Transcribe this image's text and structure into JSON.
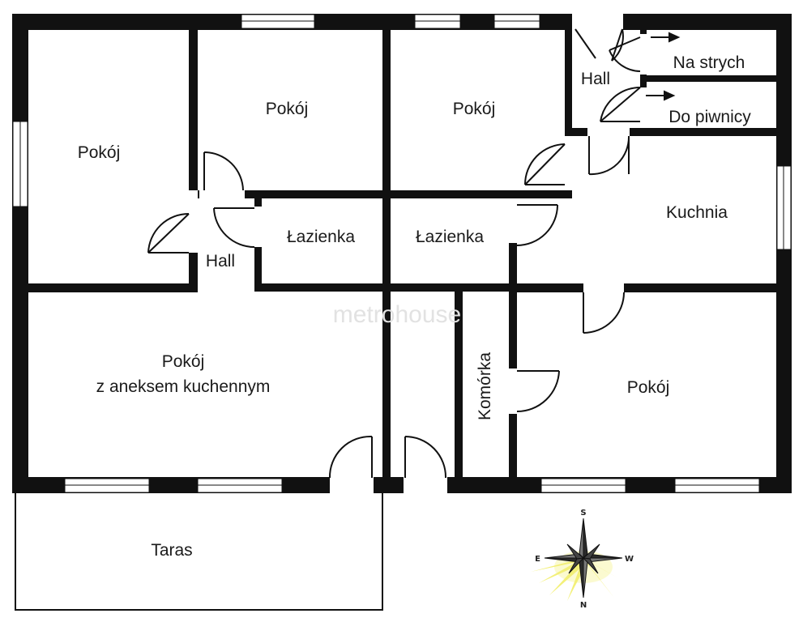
{
  "rooms": {
    "pokoj_top_left": "Pokój",
    "pokoj_top_center": "Pokój",
    "pokoj_top_right": "Pokój",
    "hall_top_right": "Hall",
    "na_strych": "Na strych",
    "do_piwnicy": "Do piwnicy",
    "kuchnia": "Kuchnia",
    "hall_left": "Hall",
    "lazienka_left": "Łazienka",
    "lazienka_right": "Łazienka",
    "pokoj_aneks_line1": "Pokój",
    "pokoj_aneks_line2": "z aneksem kuchennym",
    "komorka": "Komórka",
    "pokoj_bottom_right": "Pokój",
    "taras": "Taras"
  },
  "compass": {
    "north": "N",
    "south": "S",
    "east": "E",
    "west": "W"
  },
  "watermark": "metrohouse",
  "colors": {
    "wall": "#111111",
    "compass_glow": "#f2ef6a",
    "compass_star": "#2b2b2b"
  }
}
